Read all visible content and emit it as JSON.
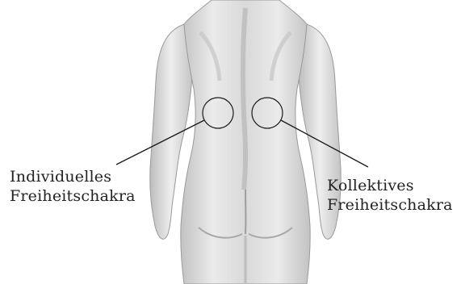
{
  "labels": {
    "left_line1": "Individuelles",
    "left_line2": "Freiheitschakra",
    "right_line1": "Kollektives",
    "right_line2": "Freiheitschakra"
  },
  "colors": {
    "background": "#ffffff",
    "body_light": "#f1f1f1",
    "body_mid": "#d6d6d6",
    "body_dark": "#b3b3b3",
    "outline": "#8f8f8f",
    "annotation": "#1a1a1a"
  }
}
